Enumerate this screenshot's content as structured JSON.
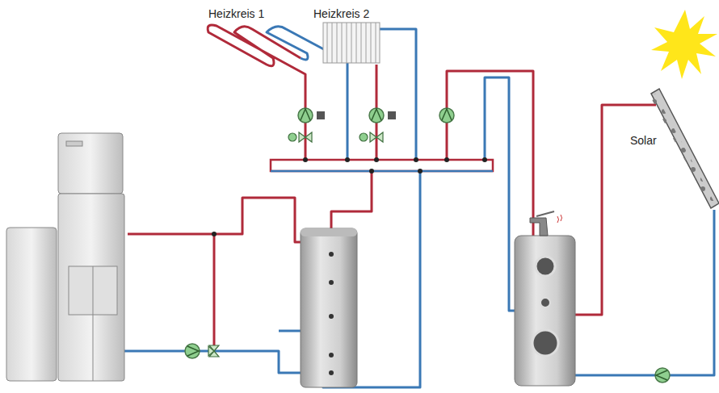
{
  "diagram": {
    "labels": [
      "Heizkreis 1",
      "Heizkreis 2",
      "Solar"
    ]
  }
}
